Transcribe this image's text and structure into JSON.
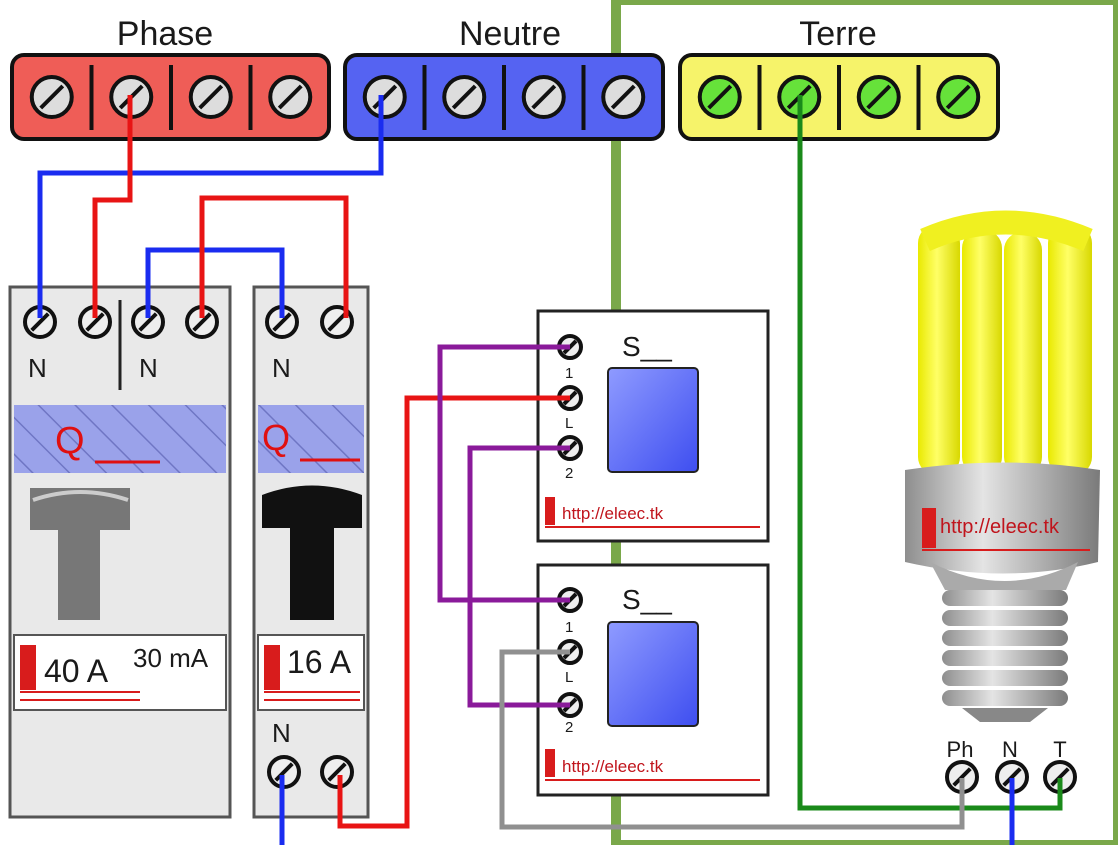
{
  "bars": {
    "phase": {
      "title": "Phase",
      "fill": "#ef5d57",
      "terminals": 4
    },
    "neutre": {
      "title": "Neutre",
      "fill": "#5563f2",
      "terminals": 4
    },
    "terre": {
      "title": "Terre",
      "fill": "#f6f36a",
      "terminals": 4,
      "terminal_fill": "#66e23a"
    }
  },
  "breaker_diff": {
    "terminal_labels": [
      "N",
      "N"
    ],
    "id_label": "Q",
    "rating": "40 A",
    "sensitivity": "30 mA"
  },
  "breaker_16": {
    "terminal_label_top": "N",
    "id_label": "Q",
    "rating": "16 A",
    "terminal_label_bottom": "N"
  },
  "switches": [
    {
      "label": "S__",
      "term_labels": [
        "1",
        "L",
        "2"
      ],
      "url": "http://eleec.tk"
    },
    {
      "label": "S__",
      "term_labels": [
        "1",
        "L",
        "2"
      ],
      "url": "http://eleec.tk"
    }
  ],
  "lamp": {
    "url": "http://eleec.tk",
    "terminals": [
      "Ph",
      "N",
      "T"
    ]
  },
  "wire_colors": {
    "phase": "#e81414",
    "neutral": "#1a2cf0",
    "earth": "#1a8a1a",
    "traveler": "#8a1a9a",
    "return": "#909090"
  }
}
